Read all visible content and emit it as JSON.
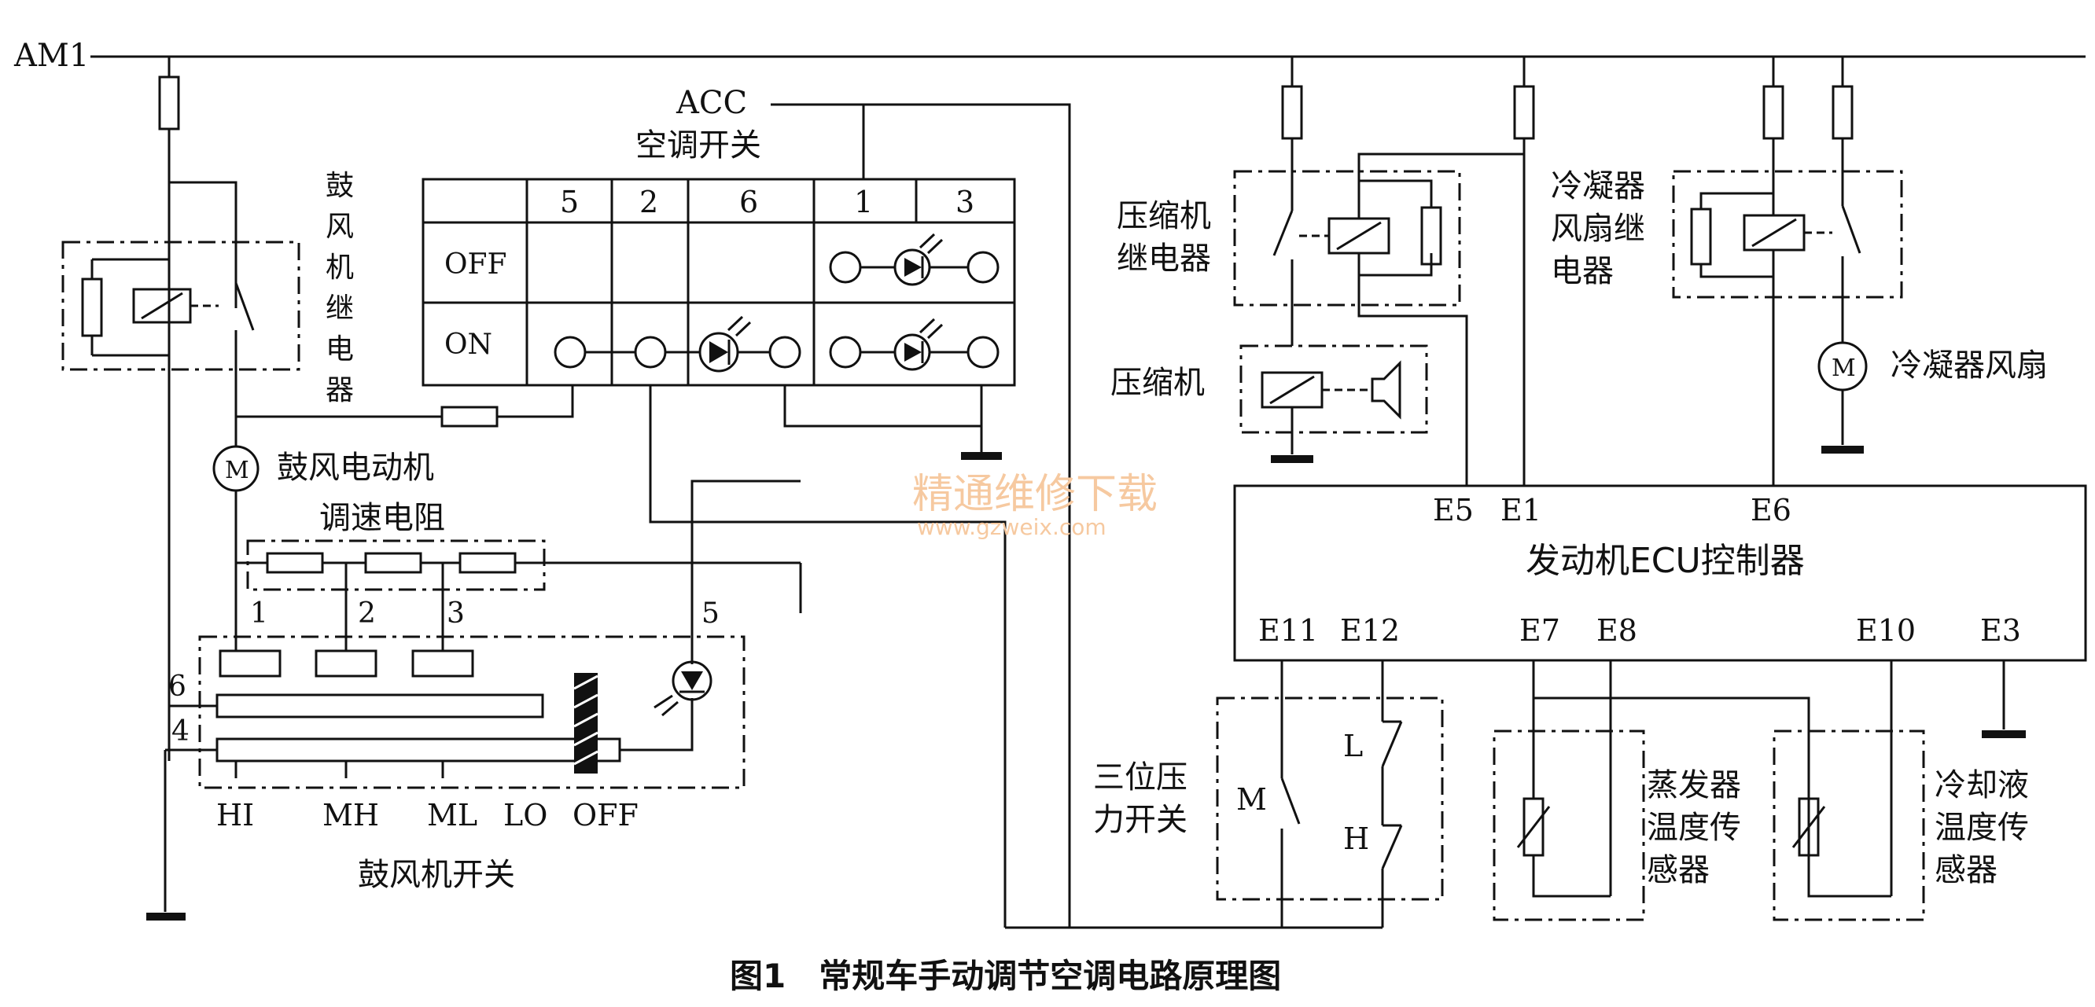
{
  "labels": {
    "am1": "AM1",
    "acc": "ACC",
    "ac_switch": "空调开关",
    "col_5": "5",
    "col_2": "2",
    "col_6": "6",
    "col_1": "1",
    "col_3": "3",
    "row_off": "OFF",
    "row_on": "ON",
    "blower_relay_1": "鼓",
    "blower_relay_2": "风",
    "blower_relay_3": "机",
    "blower_relay_4": "继",
    "blower_relay_5": "电",
    "blower_relay_6": "器",
    "motor_m": "M",
    "blower_motor": "鼓风电动机",
    "speed_resistor": "调速电阻",
    "tap_1": "1",
    "tap_2": "2",
    "tap_3": "3",
    "tap_5": "5",
    "pin_6": "6",
    "pin_4": "4",
    "pos_hi": "HI",
    "pos_mh": "MH",
    "pos_ml": "ML",
    "pos_lo": "LO",
    "pos_off": "OFF",
    "blower_switch": "鼓风机开关",
    "comp_relay_1": "压缩机",
    "comp_relay_2": "继电器",
    "compressor": "压缩机",
    "cond_relay_1": "冷凝器",
    "cond_relay_2": "风扇继",
    "cond_relay_3": "电器",
    "cond_fan": "冷凝器风扇",
    "cond_motor_m": "M",
    "e5": "E5",
    "e1": "E1",
    "e6": "E6",
    "ecu": "发动机ECU控制器",
    "e11": "E11",
    "e12": "E12",
    "e7": "E7",
    "e8": "E8",
    "e10": "E10",
    "e3": "E3",
    "pressure_sw_1": "三位压",
    "pressure_sw_2": "力开关",
    "sw_m": "M",
    "sw_l": "L",
    "sw_h": "H",
    "evap_sensor_1": "蒸发器",
    "evap_sensor_2": "温度传",
    "evap_sensor_3": "感器",
    "coolant_sensor_1": "冷却液",
    "coolant_sensor_2": "温度传",
    "coolant_sensor_3": "感器",
    "watermark_1": "精通维修下载",
    "watermark_2": "www.gzweix.com",
    "caption": "图1　常规车手动调节空调电路原理图"
  }
}
